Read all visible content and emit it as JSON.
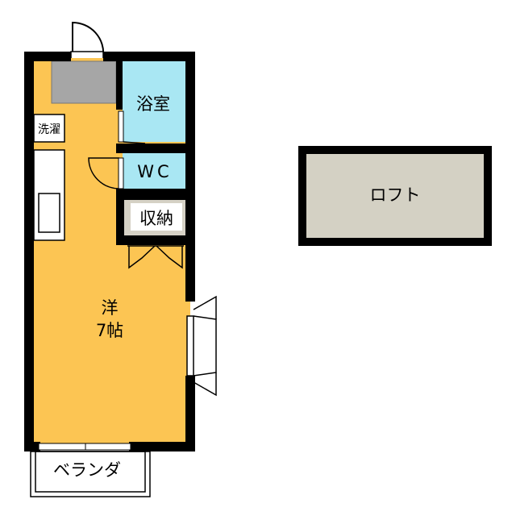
{
  "rooms": {
    "bathroom": "浴室",
    "washer": "洗濯",
    "toilet": "WC",
    "storage": "収納",
    "western_room_type": "洋",
    "western_room_size": "7帖",
    "balcony": "ベランダ",
    "loft": "ロフト"
  },
  "colors": {
    "wall": "#000000",
    "western_room": "#FCC553",
    "wet_area": "#A9E7F3",
    "loft": "#D4D1C4",
    "kitchen_hood": "#A6A6A6",
    "storage": "#D5D1C5"
  }
}
